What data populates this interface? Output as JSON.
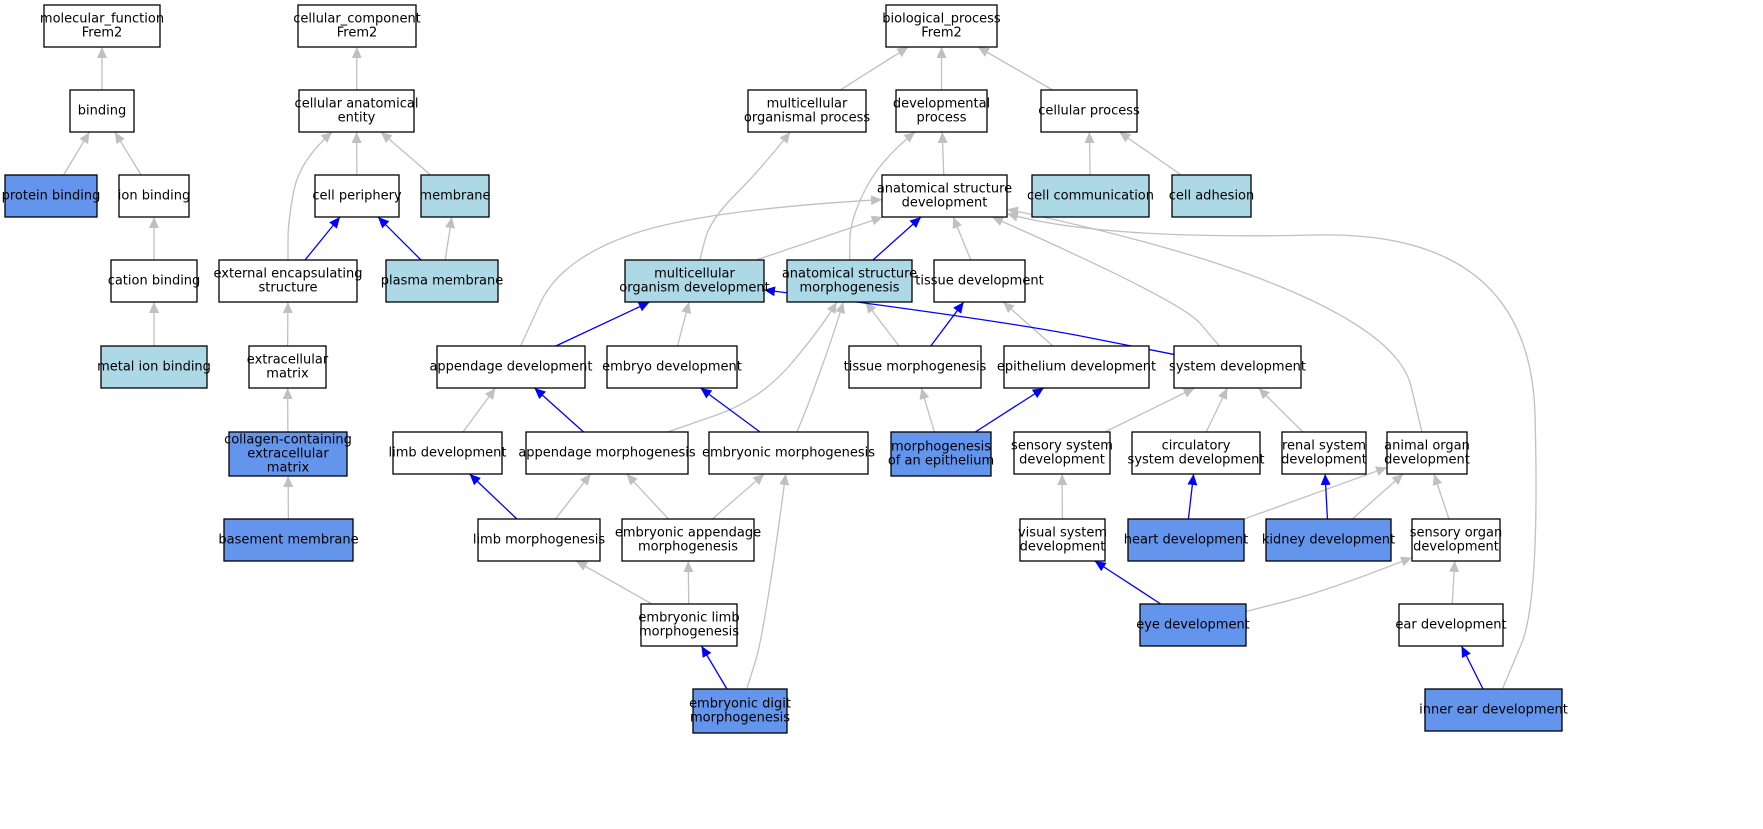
{
  "colors": {
    "plain": "#ffffff",
    "light": "#add8e6",
    "dark": "#6495ed",
    "edge_is_a": "#c0c0c0",
    "edge_part_of": "#0000ff"
  },
  "nodes": [
    {
      "id": "mf",
      "lines": [
        "molecular_function",
        "Frem2"
      ],
      "color": "plain"
    },
    {
      "id": "binding",
      "lines": [
        "binding"
      ],
      "color": "plain"
    },
    {
      "id": "protein_binding",
      "lines": [
        "protein binding"
      ],
      "color": "dark"
    },
    {
      "id": "ion_binding",
      "lines": [
        "ion binding"
      ],
      "color": "plain"
    },
    {
      "id": "cation_binding",
      "lines": [
        "cation binding"
      ],
      "color": "plain"
    },
    {
      "id": "metal_ion_binding",
      "lines": [
        "metal ion binding"
      ],
      "color": "light"
    },
    {
      "id": "cc",
      "lines": [
        "cellular_component",
        "Frem2"
      ],
      "color": "plain"
    },
    {
      "id": "cae",
      "lines": [
        "cellular anatomical",
        "entity"
      ],
      "color": "plain"
    },
    {
      "id": "cell_periphery",
      "lines": [
        "cell periphery"
      ],
      "color": "plain"
    },
    {
      "id": "membrane",
      "lines": [
        "membrane"
      ],
      "color": "light"
    },
    {
      "id": "ees",
      "lines": [
        "external encapsulating",
        "structure"
      ],
      "color": "plain"
    },
    {
      "id": "plasma_membrane",
      "lines": [
        "plasma membrane"
      ],
      "color": "light"
    },
    {
      "id": "ecm",
      "lines": [
        "extracellular",
        "matrix"
      ],
      "color": "plain"
    },
    {
      "id": "cecm",
      "lines": [
        "collagen-containing",
        "extracellular",
        "matrix"
      ],
      "color": "dark"
    },
    {
      "id": "basement_membrane",
      "lines": [
        "basement membrane"
      ],
      "color": "dark"
    },
    {
      "id": "bp",
      "lines": [
        "biological_process",
        "Frem2"
      ],
      "color": "plain"
    },
    {
      "id": "mop",
      "lines": [
        "multicellular",
        "organismal process"
      ],
      "color": "plain"
    },
    {
      "id": "dev_process",
      "lines": [
        "developmental",
        "process"
      ],
      "color": "plain"
    },
    {
      "id": "cell_process",
      "lines": [
        "cellular process"
      ],
      "color": "plain"
    },
    {
      "id": "cell_comm",
      "lines": [
        "cell communication"
      ],
      "color": "light"
    },
    {
      "id": "cell_adh",
      "lines": [
        "cell adhesion"
      ],
      "color": "light"
    },
    {
      "id": "asd",
      "lines": [
        "anatomical structure",
        "development"
      ],
      "color": "plain"
    },
    {
      "id": "mod",
      "lines": [
        "multicellular",
        "organism development"
      ],
      "color": "light"
    },
    {
      "id": "asm",
      "lines": [
        "anatomical structure",
        "morphogenesis"
      ],
      "color": "light"
    },
    {
      "id": "tissue_dev",
      "lines": [
        "tissue development"
      ],
      "color": "plain"
    },
    {
      "id": "appendage_dev",
      "lines": [
        "appendage development"
      ],
      "color": "plain"
    },
    {
      "id": "embryo_dev",
      "lines": [
        "embryo development"
      ],
      "color": "plain"
    },
    {
      "id": "tissue_morph",
      "lines": [
        "tissue morphogenesis"
      ],
      "color": "plain"
    },
    {
      "id": "epi_dev",
      "lines": [
        "epithelium development"
      ],
      "color": "plain"
    },
    {
      "id": "sys_dev",
      "lines": [
        "system development"
      ],
      "color": "plain"
    },
    {
      "id": "limb_dev",
      "lines": [
        "limb development"
      ],
      "color": "plain"
    },
    {
      "id": "app_morph",
      "lines": [
        "appendage morphogenesis"
      ],
      "color": "plain"
    },
    {
      "id": "emb_morph",
      "lines": [
        "embryonic morphogenesis"
      ],
      "color": "plain"
    },
    {
      "id": "morph_epi",
      "lines": [
        "morphogenesis",
        "of an epithelium"
      ],
      "color": "dark"
    },
    {
      "id": "sens_sys_dev",
      "lines": [
        "sensory system",
        "development"
      ],
      "color": "plain"
    },
    {
      "id": "circ_sys_dev",
      "lines": [
        "circulatory",
        "system development"
      ],
      "color": "plain"
    },
    {
      "id": "renal_sys_dev",
      "lines": [
        "renal system",
        "development"
      ],
      "color": "plain"
    },
    {
      "id": "animal_organ_dev",
      "lines": [
        "animal organ",
        "development"
      ],
      "color": "plain"
    },
    {
      "id": "limb_morph",
      "lines": [
        "limb morphogenesis"
      ],
      "color": "plain"
    },
    {
      "id": "emb_app_morph",
      "lines": [
        "embryonic appendage",
        "morphogenesis"
      ],
      "color": "plain"
    },
    {
      "id": "vis_sys_dev",
      "lines": [
        "visual system",
        "development"
      ],
      "color": "plain"
    },
    {
      "id": "heart_dev",
      "lines": [
        "heart development"
      ],
      "color": "dark"
    },
    {
      "id": "kidney_dev",
      "lines": [
        "kidney development"
      ],
      "color": "dark"
    },
    {
      "id": "sens_organ_dev",
      "lines": [
        "sensory organ",
        "development"
      ],
      "color": "plain"
    },
    {
      "id": "emb_limb_morph",
      "lines": [
        "embryonic limb",
        "morphogenesis"
      ],
      "color": "plain"
    },
    {
      "id": "eye_dev",
      "lines": [
        "eye development"
      ],
      "color": "dark"
    },
    {
      "id": "ear_dev",
      "lines": [
        "ear development"
      ],
      "color": "plain"
    },
    {
      "id": "emb_digit_morph",
      "lines": [
        "embryonic digit",
        "morphogenesis"
      ],
      "color": "dark"
    },
    {
      "id": "inner_ear_dev",
      "lines": [
        "inner ear development"
      ],
      "color": "dark"
    }
  ],
  "edges": [
    {
      "from": "binding",
      "to": "mf",
      "type": "is_a"
    },
    {
      "from": "protein_binding",
      "to": "binding",
      "type": "is_a"
    },
    {
      "from": "ion_binding",
      "to": "binding",
      "type": "is_a"
    },
    {
      "from": "cation_binding",
      "to": "ion_binding",
      "type": "is_a"
    },
    {
      "from": "metal_ion_binding",
      "to": "cation_binding",
      "type": "is_a"
    },
    {
      "from": "cae",
      "to": "cc",
      "type": "is_a"
    },
    {
      "from": "cell_periphery",
      "to": "cae",
      "type": "is_a"
    },
    {
      "from": "membrane",
      "to": "cae",
      "type": "is_a"
    },
    {
      "from": "ees",
      "to": "cae",
      "type": "is_a"
    },
    {
      "from": "ees",
      "to": "cell_periphery",
      "type": "part_of"
    },
    {
      "from": "plasma_membrane",
      "to": "cell_periphery",
      "type": "part_of"
    },
    {
      "from": "plasma_membrane",
      "to": "membrane",
      "type": "is_a"
    },
    {
      "from": "ecm",
      "to": "ees",
      "type": "is_a"
    },
    {
      "from": "cecm",
      "to": "ecm",
      "type": "is_a"
    },
    {
      "from": "basement_membrane",
      "to": "cecm",
      "type": "is_a"
    },
    {
      "from": "mop",
      "to": "bp",
      "type": "is_a"
    },
    {
      "from": "dev_process",
      "to": "bp",
      "type": "is_a"
    },
    {
      "from": "cell_process",
      "to": "bp",
      "type": "is_a"
    },
    {
      "from": "cell_comm",
      "to": "cell_process",
      "type": "is_a"
    },
    {
      "from": "cell_adh",
      "to": "cell_process",
      "type": "is_a"
    },
    {
      "from": "asd",
      "to": "dev_process",
      "type": "is_a"
    },
    {
      "from": "mod",
      "to": "mop",
      "type": "is_a"
    },
    {
      "from": "mod",
      "to": "asd",
      "type": "is_a"
    },
    {
      "from": "asm",
      "to": "dev_process",
      "type": "is_a"
    },
    {
      "from": "asm",
      "to": "asd",
      "type": "part_of"
    },
    {
      "from": "tissue_dev",
      "to": "asd",
      "type": "is_a"
    },
    {
      "from": "appendage_dev",
      "to": "asd",
      "type": "is_a"
    },
    {
      "from": "appendage_dev",
      "to": "mod",
      "type": "part_of"
    },
    {
      "from": "embryo_dev",
      "to": "mod",
      "type": "is_a"
    },
    {
      "from": "tissue_morph",
      "to": "asm",
      "type": "is_a"
    },
    {
      "from": "tissue_morph",
      "to": "tissue_dev",
      "type": "part_of"
    },
    {
      "from": "epi_dev",
      "to": "tissue_dev",
      "type": "is_a"
    },
    {
      "from": "sys_dev",
      "to": "asd",
      "type": "is_a"
    },
    {
      "from": "sys_dev",
      "to": "mod",
      "type": "part_of"
    },
    {
      "from": "limb_dev",
      "to": "appendage_dev",
      "type": "is_a"
    },
    {
      "from": "app_morph",
      "to": "appendage_dev",
      "type": "part_of"
    },
    {
      "from": "app_morph",
      "to": "asm",
      "type": "is_a"
    },
    {
      "from": "emb_morph",
      "to": "embryo_dev",
      "type": "part_of"
    },
    {
      "from": "emb_morph",
      "to": "asm",
      "type": "is_a"
    },
    {
      "from": "morph_epi",
      "to": "tissue_morph",
      "type": "is_a"
    },
    {
      "from": "morph_epi",
      "to": "epi_dev",
      "type": "part_of"
    },
    {
      "from": "sens_sys_dev",
      "to": "sys_dev",
      "type": "is_a"
    },
    {
      "from": "circ_sys_dev",
      "to": "sys_dev",
      "type": "is_a"
    },
    {
      "from": "renal_sys_dev",
      "to": "sys_dev",
      "type": "is_a"
    },
    {
      "from": "animal_organ_dev",
      "to": "asd",
      "type": "is_a"
    },
    {
      "from": "limb_morph",
      "to": "limb_dev",
      "type": "part_of"
    },
    {
      "from": "limb_morph",
      "to": "app_morph",
      "type": "is_a"
    },
    {
      "from": "emb_app_morph",
      "to": "app_morph",
      "type": "is_a"
    },
    {
      "from": "emb_app_morph",
      "to": "emb_morph",
      "type": "is_a"
    },
    {
      "from": "vis_sys_dev",
      "to": "sens_sys_dev",
      "type": "is_a"
    },
    {
      "from": "heart_dev",
      "to": "circ_sys_dev",
      "type": "part_of"
    },
    {
      "from": "heart_dev",
      "to": "animal_organ_dev",
      "type": "is_a"
    },
    {
      "from": "kidney_dev",
      "to": "renal_sys_dev",
      "type": "part_of"
    },
    {
      "from": "kidney_dev",
      "to": "animal_organ_dev",
      "type": "is_a"
    },
    {
      "from": "sens_organ_dev",
      "to": "animal_organ_dev",
      "type": "is_a"
    },
    {
      "from": "emb_limb_morph",
      "to": "limb_morph",
      "type": "is_a"
    },
    {
      "from": "emb_limb_morph",
      "to": "emb_app_morph",
      "type": "is_a"
    },
    {
      "from": "eye_dev",
      "to": "vis_sys_dev",
      "type": "part_of"
    },
    {
      "from": "eye_dev",
      "to": "sens_organ_dev",
      "type": "is_a"
    },
    {
      "from": "ear_dev",
      "to": "sens_organ_dev",
      "type": "is_a"
    },
    {
      "from": "emb_digit_morph",
      "to": "emb_limb_morph",
      "type": "part_of"
    },
    {
      "from": "emb_digit_morph",
      "to": "emb_morph",
      "type": "is_a"
    },
    {
      "from": "inner_ear_dev",
      "to": "ear_dev",
      "type": "part_of"
    },
    {
      "from": "inner_ear_dev",
      "to": "asd",
      "type": "is_a"
    }
  ]
}
